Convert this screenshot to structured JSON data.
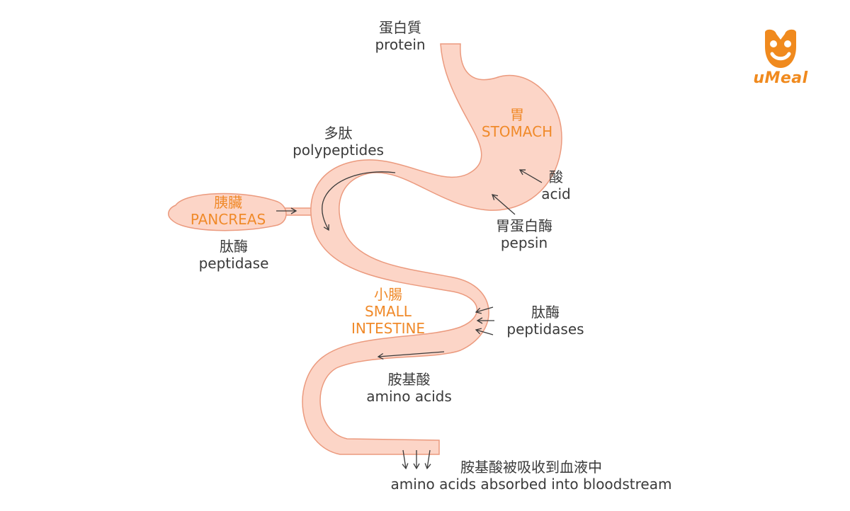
{
  "colors": {
    "tract_fill": "#fcd5c7",
    "tract_stroke": "#eb9a7e",
    "organ_label": "#f08a2a",
    "text": "#3a3a3a",
    "logo": "#f08a1e"
  },
  "logo": {
    "icon": "smiley-bowl-icon",
    "text": "uMeal"
  },
  "organs": {
    "stomach": {
      "zh": "胃",
      "en": "STOMACH"
    },
    "pancreas": {
      "zh": "胰臟",
      "en": "PANCREAS"
    },
    "small_intestine": {
      "zh": "小腸",
      "en_line1": "SMALL",
      "en_line2": "INTESTINE"
    }
  },
  "labels": {
    "protein": {
      "zh": "蛋白質",
      "en": "protein"
    },
    "polypeptides": {
      "zh": "多肽",
      "en": "polypeptides"
    },
    "acid": {
      "zh": "酸",
      "en": "acid"
    },
    "pepsin": {
      "zh": "胃蛋白酶",
      "en": "pepsin"
    },
    "pancreas_enzyme": {
      "zh": "肽酶",
      "en": "peptidase"
    },
    "intestine_enzymes": {
      "zh": "肽酶",
      "en": "peptidases"
    },
    "amino_acids": {
      "zh": "胺基酸",
      "en": "amino acids"
    },
    "absorbed": {
      "zh": "胺基酸被吸收到血液中",
      "en": "amino acids absorbed into bloodstream"
    }
  }
}
